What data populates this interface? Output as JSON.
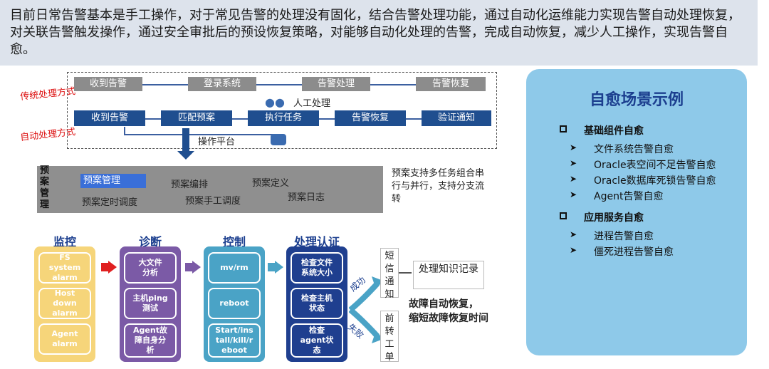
{
  "intro": "目前日常告警基本是手工操作，对于常见告警的处理没有固化，结合告警处理功能，通过自动化运维能力实现告警自动处理恢复，对关联告警触发操作，通过安全审批后的预设恢复策略，对能够自动化处理的告警，完成自动恢复，减少人工操作，实现告警自愈。",
  "traditional": {
    "label": "传统处理方式",
    "steps": [
      "收到告警",
      "登录系统",
      "告警处理",
      "告警恢复"
    ],
    "manual": "人工处理"
  },
  "automatic": {
    "label": "自动处理方式",
    "steps": [
      "收到告警",
      "匹配预案",
      "执行任务",
      "告警恢复",
      "验证通知"
    ],
    "platform": "操作平台"
  },
  "plan": {
    "title": "预案管理",
    "items": [
      "预案管理",
      "预案编排",
      "预案定义",
      "预案定时调度",
      "预案手工调度",
      "预案日志"
    ],
    "note": "预案支持多任务组合串行与并行，支持分支流转"
  },
  "stages": {
    "monitor": {
      "title": "监控",
      "items": [
        "FS\nsystem\nalarm",
        "Host\ndown\nalarm",
        "Agent\nalarm"
      ]
    },
    "diagnose": {
      "title": "诊断",
      "items": [
        "大文件\n分析",
        "主机ping\n测试",
        "Agent故\n障自身分\n析"
      ]
    },
    "control": {
      "title": "控制",
      "items": [
        "mv/rm",
        "reboot",
        "Start/ins\ntall/kill/r\neboot"
      ]
    },
    "verify": {
      "title": "处理认证",
      "items": [
        "检查文件\n系统大小",
        "检查主机\n状态",
        "检查\nagent状\n态"
      ]
    }
  },
  "outcome": {
    "success": "成功",
    "fail": "失败",
    "sms": "短信通知",
    "ticket": "前转工单",
    "knowledge": "处理知识记录",
    "summary1": "故障自动恢复，",
    "summary2": "缩短故障恢复时间"
  },
  "examples": {
    "title": "自愈场景示例",
    "groups": [
      {
        "name": "基础组件自愈",
        "items": [
          "文件系统告警自愈",
          "Oracle表空间不足告警自愈",
          "Oracle数据库死锁告警自愈",
          "Agent告警自愈"
        ]
      },
      {
        "name": "应用服务自愈",
        "items": [
          "进程告警自愈",
          "僵死进程告警自愈"
        ]
      }
    ]
  },
  "colors": {
    "monitor": "#f6d57a",
    "diagnose": "#7b5aa6",
    "control": "#4aa3c6",
    "verify": "#1f3f8f",
    "panel": "#8ec9e9",
    "accent_red": "#e02020"
  }
}
